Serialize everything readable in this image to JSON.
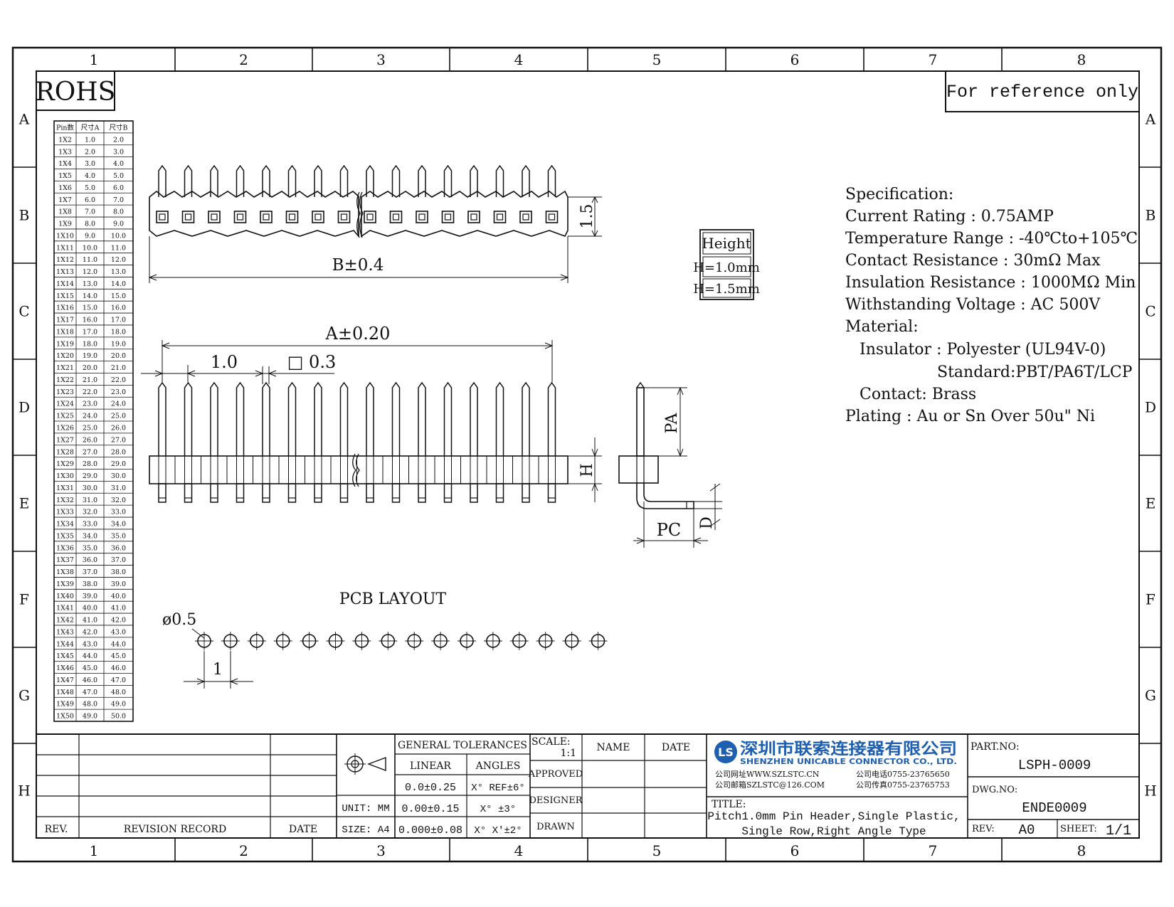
{
  "frame": {
    "columns": [
      "1",
      "2",
      "3",
      "4",
      "5",
      "6",
      "7",
      "8"
    ],
    "rows": [
      "A",
      "B",
      "C",
      "D",
      "E",
      "F",
      "G",
      "H"
    ]
  },
  "rohs_label": "ROHS",
  "reference_note": "For reference only",
  "pin_table": {
    "headers": [
      "Pin数",
      "尺寸A",
      "尺寸B"
    ],
    "rows": [
      [
        "1X2",
        "1.0",
        "2.0"
      ],
      [
        "1X3",
        "2.0",
        "3.0"
      ],
      [
        "1X4",
        "3.0",
        "4.0"
      ],
      [
        "1X5",
        "4.0",
        "5.0"
      ],
      [
        "1X6",
        "5.0",
        "6.0"
      ],
      [
        "1X7",
        "6.0",
        "7.0"
      ],
      [
        "1X8",
        "7.0",
        "8.0"
      ],
      [
        "1X9",
        "8.0",
        "9.0"
      ],
      [
        "1X10",
        "9.0",
        "10.0"
      ],
      [
        "1X11",
        "10.0",
        "11.0"
      ],
      [
        "1X12",
        "11.0",
        "12.0"
      ],
      [
        "1X13",
        "12.0",
        "13.0"
      ],
      [
        "1X14",
        "13.0",
        "14.0"
      ],
      [
        "1X15",
        "14.0",
        "15.0"
      ],
      [
        "1X16",
        "15.0",
        "16.0"
      ],
      [
        "1X17",
        "16.0",
        "17.0"
      ],
      [
        "1X18",
        "17.0",
        "18.0"
      ],
      [
        "1X19",
        "18.0",
        "19.0"
      ],
      [
        "1X20",
        "19.0",
        "20.0"
      ],
      [
        "1X21",
        "20.0",
        "21.0"
      ],
      [
        "1X22",
        "21.0",
        "22.0"
      ],
      [
        "1X23",
        "22.0",
        "23.0"
      ],
      [
        "1X24",
        "23.0",
        "24.0"
      ],
      [
        "1X25",
        "24.0",
        "25.0"
      ],
      [
        "1X26",
        "25.0",
        "26.0"
      ],
      [
        "1X27",
        "26.0",
        "27.0"
      ],
      [
        "1X28",
        "27.0",
        "28.0"
      ],
      [
        "1X29",
        "28.0",
        "29.0"
      ],
      [
        "1X30",
        "29.0",
        "30.0"
      ],
      [
        "1X31",
        "30.0",
        "31.0"
      ],
      [
        "1X32",
        "31.0",
        "32.0"
      ],
      [
        "1X33",
        "32.0",
        "33.0"
      ],
      [
        "1X34",
        "33.0",
        "34.0"
      ],
      [
        "1X35",
        "34.0",
        "35.0"
      ],
      [
        "1X36",
        "35.0",
        "36.0"
      ],
      [
        "1X37",
        "36.0",
        "37.0"
      ],
      [
        "1X38",
        "37.0",
        "38.0"
      ],
      [
        "1X39",
        "38.0",
        "39.0"
      ],
      [
        "1X40",
        "39.0",
        "40.0"
      ],
      [
        "1X41",
        "40.0",
        "41.0"
      ],
      [
        "1X42",
        "41.0",
        "42.0"
      ],
      [
        "1X43",
        "42.0",
        "43.0"
      ],
      [
        "1X44",
        "43.0",
        "44.0"
      ],
      [
        "1X45",
        "44.0",
        "45.0"
      ],
      [
        "1X46",
        "45.0",
        "46.0"
      ],
      [
        "1X47",
        "46.0",
        "47.0"
      ],
      [
        "1X48",
        "47.0",
        "48.0"
      ],
      [
        "1X49",
        "48.0",
        "49.0"
      ],
      [
        "1X50",
        "49.0",
        "50.0"
      ]
    ]
  },
  "dimensions": {
    "top_height": "1.5",
    "top_width": "B±0.4",
    "front_width": "A±0.20",
    "pitch": "1.0",
    "pin_square": "□ 0.3",
    "front_height": "H",
    "side_pa": "PA",
    "side_pc": "PC",
    "side_d": "D"
  },
  "height_table": {
    "title": "Height",
    "options": [
      "H=1.0mm",
      "H=1.5mm"
    ]
  },
  "specification": {
    "title": "Specification:",
    "lines": [
      "Current Rating : 0.75AMP",
      "Temperature Range : -40℃to+105℃",
      "Contact Resistance : 30mΩ Max",
      "Insulation Resistance : 1000MΩ Min",
      "Withstanding Voltage : AC 500V",
      "Material:",
      "Insulator : Polyester (UL94V-0)",
      "Standard:PBT/PA6T/LCP",
      "Contact: Brass",
      "Plating : Au or Sn Over 50u\" Ni"
    ]
  },
  "pcb_layout": {
    "title": "PCB LAYOUT",
    "hole_dia": "ø0.5",
    "pitch": "1"
  },
  "title_block": {
    "rev_header": "REV.",
    "revision_record": "REVISION RECORD",
    "date_header": "DATE",
    "general_tolerances": "GENERAL TOLERANCES",
    "linear": "LINEAR",
    "angles": "ANGLES",
    "tol": [
      [
        "0.0±0.25",
        "X° REF±6°"
      ],
      [
        "0.00±0.15",
        "X° ±3°"
      ],
      [
        "0.000±0.08",
        "X° X'±2°"
      ]
    ],
    "unit": "UNIT: MM",
    "size": "SIZE: A4",
    "scale_label": "SCALE:",
    "scale_value": "1:1",
    "name_label": "NAME",
    "date_label": "DATE",
    "approved": "APPROVED",
    "designer": "DESIGNER",
    "drawn": "DRAWN",
    "company_cn": "深圳市联索连接器有限公司",
    "company_en": "SHENZHEN UNICABLE CONNECTOR CO., LTD.",
    "website": "公司网址WWW.SZLSTC.CN",
    "email": "公司邮箱SZLSTC@126.COM",
    "phone": "公司电话0755-23765650",
    "fax": "公司传真0755-23765753",
    "title_label": "TITLE:",
    "title_line1": "Pitch1.0mm Pin Header,Single Plastic,",
    "title_line2": "Single Row,Right Angle Type",
    "part_no_label": "PART.NO:",
    "part_no": "LSPH-0009",
    "dwg_no_label": "DWG.NO:",
    "dwg_no": "ENDE0009",
    "rev_label": "REV:",
    "rev_value": "A0",
    "sheet_label": "SHEET:",
    "sheet_value": "1/1"
  },
  "colors": {
    "logo_blue": "#1f5fb0",
    "line": "#111111"
  }
}
